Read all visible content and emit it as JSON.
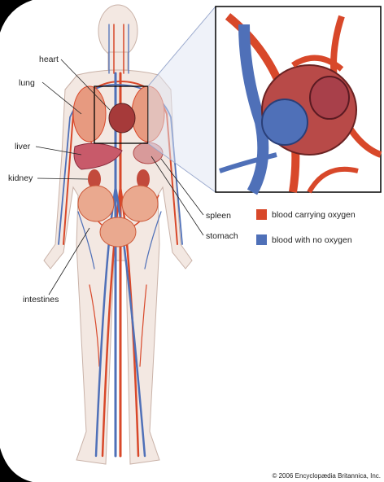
{
  "labels": {
    "heart": "heart",
    "lung": "lung",
    "liver": "liver",
    "kidney": "kidney",
    "intestines": "intestines",
    "spleen": "spleen",
    "stomach": "stomach"
  },
  "legend": {
    "oxygen": {
      "label": "blood carrying oxygen",
      "color": "#d8482a"
    },
    "no_oxygen": {
      "label": "blood with no oxygen",
      "color": "#4f70b8"
    }
  },
  "copyright": "© 2006 Encyclopædia Britannica, Inc."
}
